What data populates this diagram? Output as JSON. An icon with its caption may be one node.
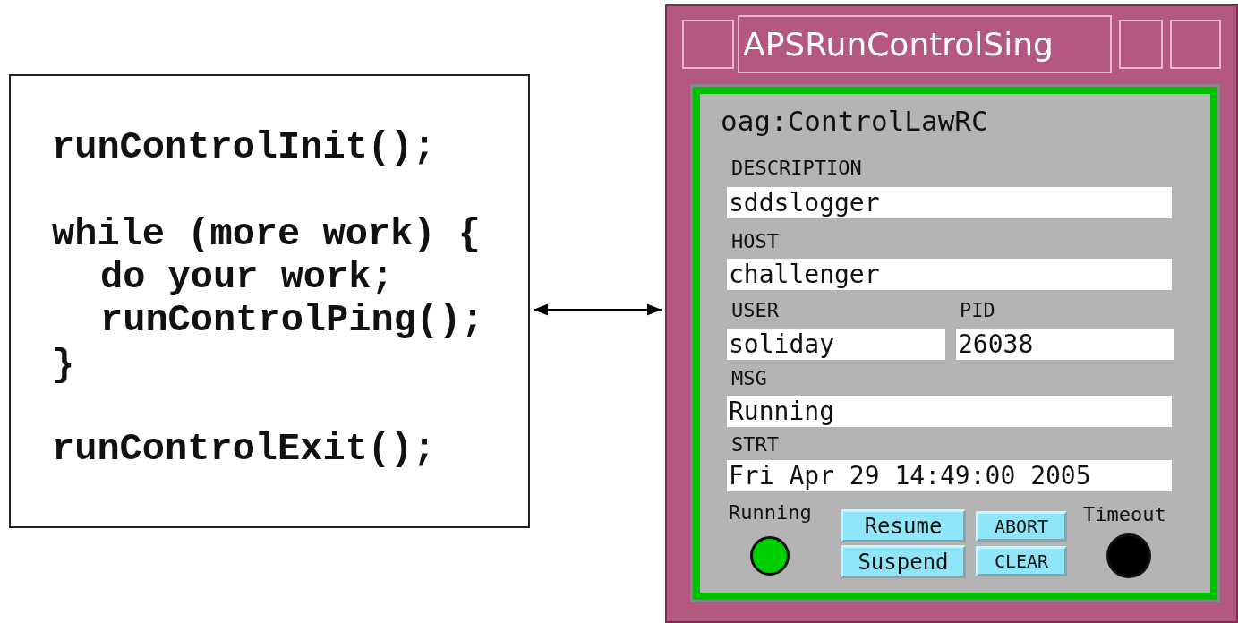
{
  "diagram": {
    "nodes": [
      {
        "text": [
          "runControlInit();",
          "while (more work) {",
          "do your work;",
          "runControlPing();",
          "}",
          "runControlExit();"
        ]
      },
      {
        "text": [
          "APSRunControlSing"
        ]
      },
      {
        "text": [
          "oag:ControlLawRC"
        ],
        "in": 1
      },
      {
        "text": [
          "sddslogger"
        ],
        "in": 2
      },
      {
        "text": [
          "challenger"
        ],
        "in": 2
      },
      {
        "text": [
          "soliday"
        ],
        "in": 2
      },
      {
        "text": [
          "26038"
        ],
        "in": 2
      },
      {
        "text": [
          "Running"
        ],
        "in": 2
      },
      {
        "text": [
          "Fri Apr 29 14:49:00 2005"
        ],
        "in": 2
      },
      {
        "text": [
          "Resume"
        ],
        "in": 2
      },
      {
        "text": [
          "Suspend"
        ],
        "in": 2
      },
      {
        "text": [
          "ABORT"
        ],
        "in": 2
      },
      {
        "text": [
          "CLEAR"
        ],
        "in": 2
      }
    ],
    "edges": [
      {
        "from": 0,
        "to": 1,
        "arrow": "both"
      }
    ],
    "labels": [
      "DESCRIPTION",
      "HOST",
      "USER",
      "PID",
      "MSG",
      "STRT",
      "Running",
      "Timeout"
    ]
  }
}
